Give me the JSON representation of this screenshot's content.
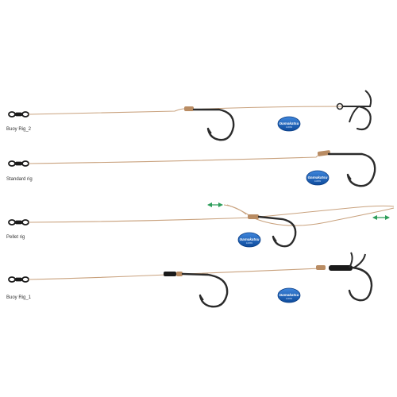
{
  "rigs": [
    {
      "id": "buoy_rig_2",
      "label": "Buoy Rig_2"
    },
    {
      "id": "standard_rig",
      "label": "Standard rig"
    },
    {
      "id": "pellet_rig",
      "label": "Pellet rig"
    },
    {
      "id": "buoy_rig_1",
      "label": "Buoy Rig_1"
    }
  ],
  "brand": {
    "name": "Gamakatsu",
    "sub": "JAPAN"
  },
  "colors": {
    "line": "#c9a27e",
    "line_dark": "#b98c63",
    "hook": "#2b2b2b",
    "swivel": "#1a1a1a",
    "arrow": "#2e9e5b",
    "logo_fill": "#1b5fb5",
    "logo_edge": "#0c3f86"
  },
  "icons": [
    "swivel-icon",
    "single-hook-icon",
    "treble-hook-icon",
    "double-arrow-icon",
    "brand-logo-icon"
  ]
}
